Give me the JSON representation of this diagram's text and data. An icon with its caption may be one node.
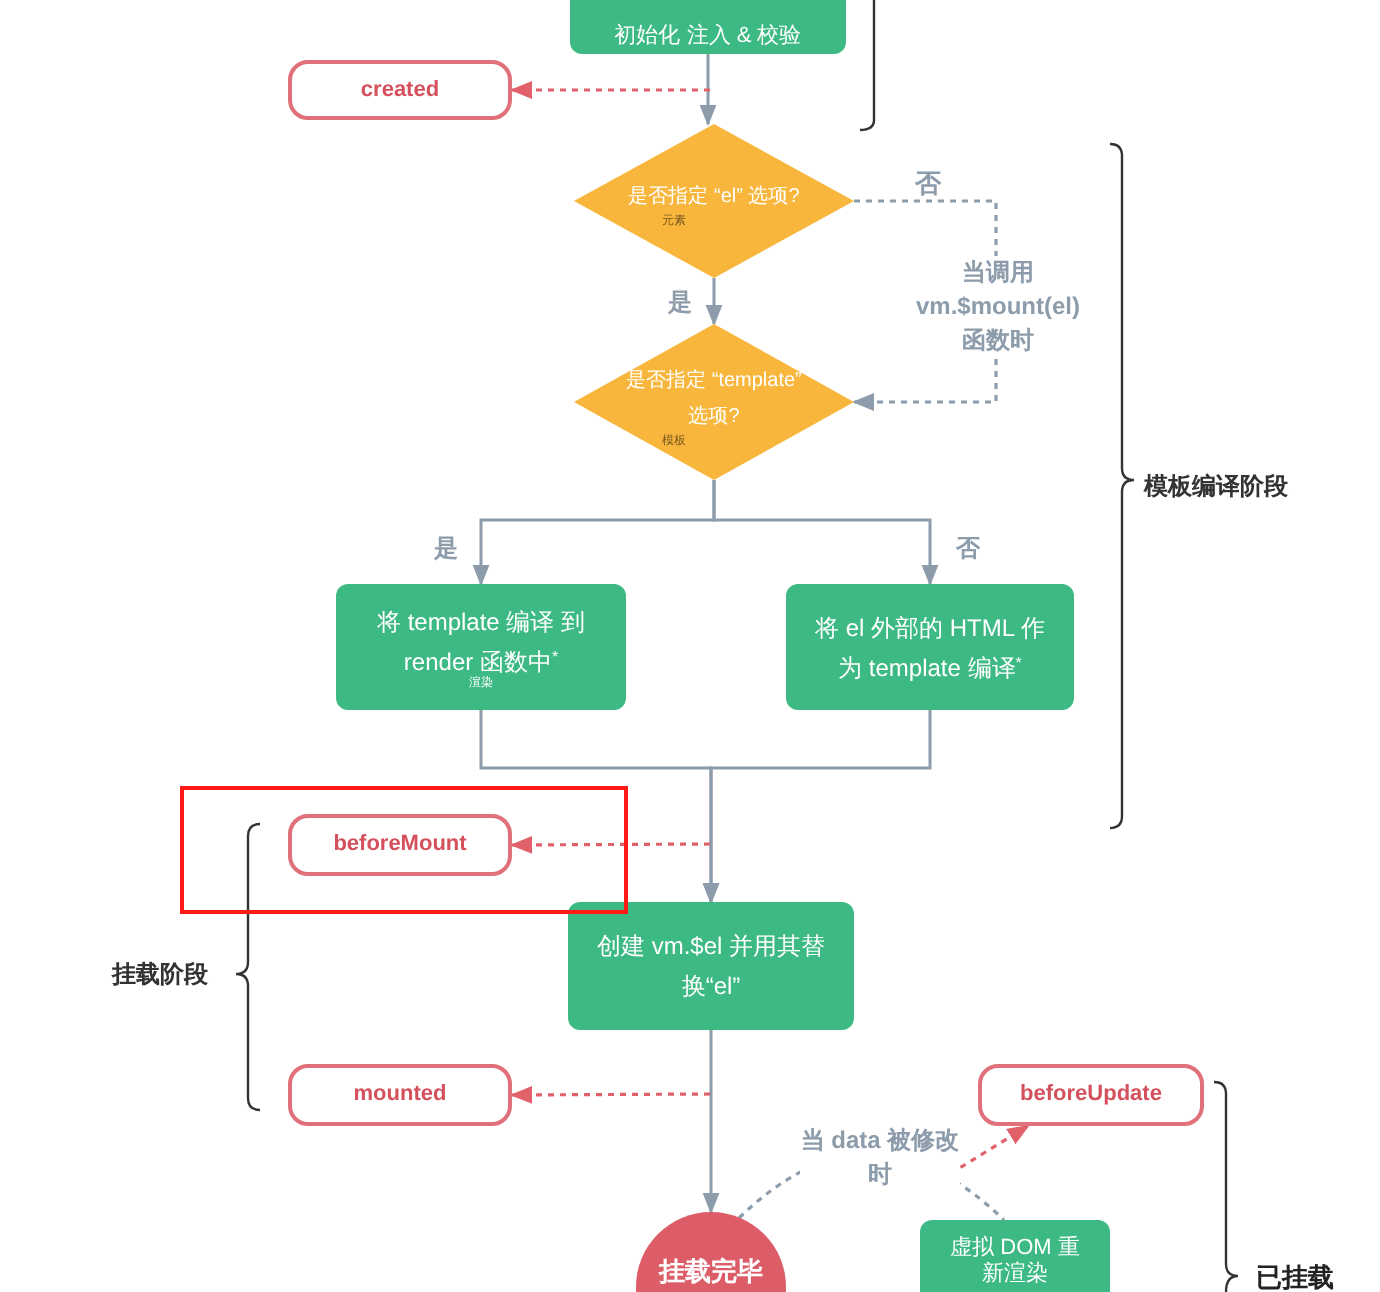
{
  "diagram": {
    "nodes": [
      {
        "text": [
          "初始化 注入 & 校验"
        ]
      },
      {
        "text": [
          "created"
        ]
      },
      {
        "text": [
          "是否指定 “el” 选项?",
          "元素"
        ]
      },
      {
        "text": [
          "是否指定 “template” 选项?",
          "模板"
        ]
      },
      {
        "text": [
          "将 template 编译 到 render 函数中$^{*}$",
          "渲染"
        ]
      },
      {
        "text": [
          "将 el 外部的 HTML 作为 template 编译$^{*}$"
        ]
      },
      {
        "text": [
          "beforeMount"
        ]
      },
      {
        "text": [
          "创建 vm.$el 并用其替换“el”"
        ]
      },
      {
        "text": [
          "mounted"
        ]
      },
      {
        "text": [
          "beforeUpdate"
        ]
      },
      {
        "text": [
          "挂载完毕"
        ]
      },
      {
        "text": [
          "虚拟 DOM 重新渲染"
        ]
      }
    ],
    "edges": [
      {
        "from": 0,
        "to": 2,
        "arrow": "to"
      },
      {
        "from": null,
        "to": 1,
        "arrow": "to",
        "style": "dashed",
        "color": "#e0616a"
      },
      {
        "from": 2,
        "to": 3,
        "arrow": "to",
        "label": "是"
      },
      {
        "from": 2,
        "to": 3,
        "arrow": "to",
        "style": "dashed",
        "label": "当调用 vm.$mount(el) 函数时"
      },
      {
        "from": 3,
        "to": 4,
        "arrow": "to",
        "label": "是"
      },
      {
        "from": 3,
        "to": 5,
        "arrow": "to",
        "label": "否"
      },
      {
        "from": 4,
        "to": 7,
        "arrow": "to"
      },
      {
        "from": 5,
        "to": 7,
        "arrow": "to"
      },
      {
        "from": null,
        "to": 6,
        "arrow": "to",
        "style": "dashed",
        "color": "#e0616a"
      },
      {
        "from": 7,
        "to": 10,
        "arrow": "to"
      },
      {
        "from": null,
        "to": 8,
        "arrow": "to",
        "style": "dashed",
        "color": "#e0616a"
      },
      {
        "from": 10,
        "to": 11,
        "arrow": "none",
        "style": "dashed",
        "label": "当 data 被修改时"
      },
      {
        "from": null,
        "to": 9,
        "arrow": "to",
        "style": "dashed",
        "color": "#e0616a"
      }
    ],
    "labels": [
      "否",
      "模板编译阶段",
      "挂载阶段",
      "已挂载"
    ]
  }
}
